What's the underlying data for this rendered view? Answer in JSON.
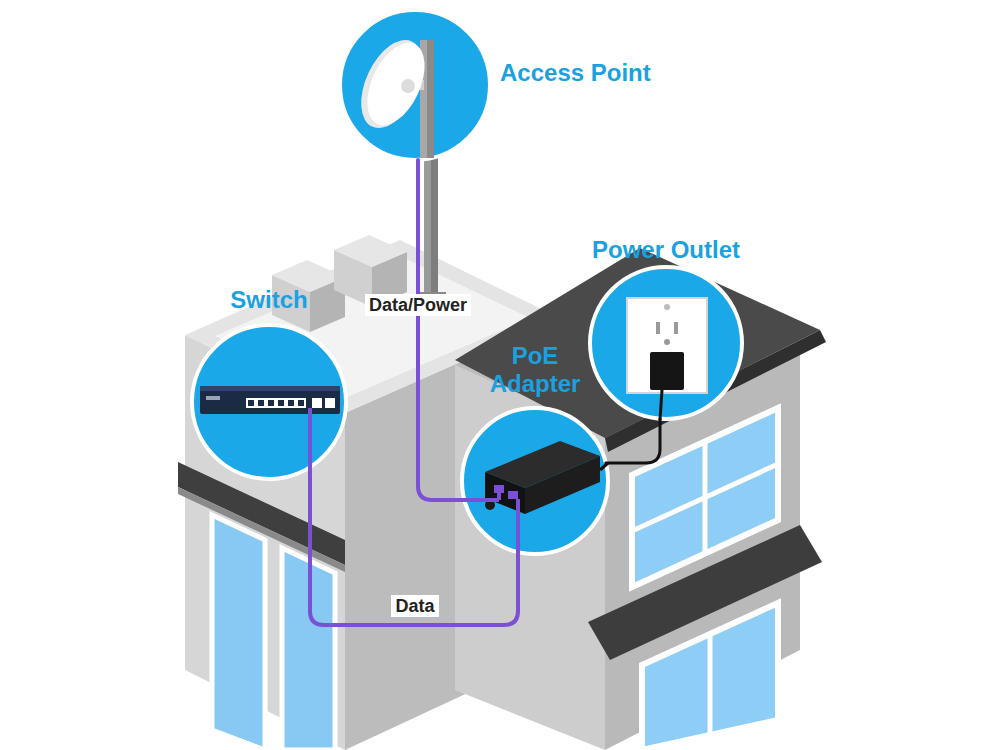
{
  "diagram": {
    "nodes": [
      {
        "text": [
          "Access Point"
        ]
      },
      {
        "text": [
          "Switch"
        ]
      },
      {
        "text": [
          "PoE Adapter"
        ]
      },
      {
        "text": [
          "Power Outlet"
        ]
      }
    ],
    "edges": [
      {
        "from": 1,
        "to": 2,
        "arrow": "none",
        "label": "Data"
      },
      {
        "from": 2,
        "to": 0,
        "arrow": "none",
        "label": "Data/Power"
      },
      {
        "from": 2,
        "to": 3,
        "arrow": "none"
      }
    ]
  }
}
